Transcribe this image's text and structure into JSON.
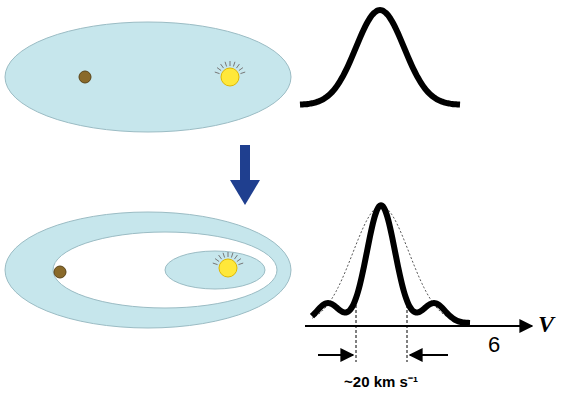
{
  "diagram": {
    "labels": [
      "V",
      "~20 km s⁻¹",
      "6"
    ]
  }
}
